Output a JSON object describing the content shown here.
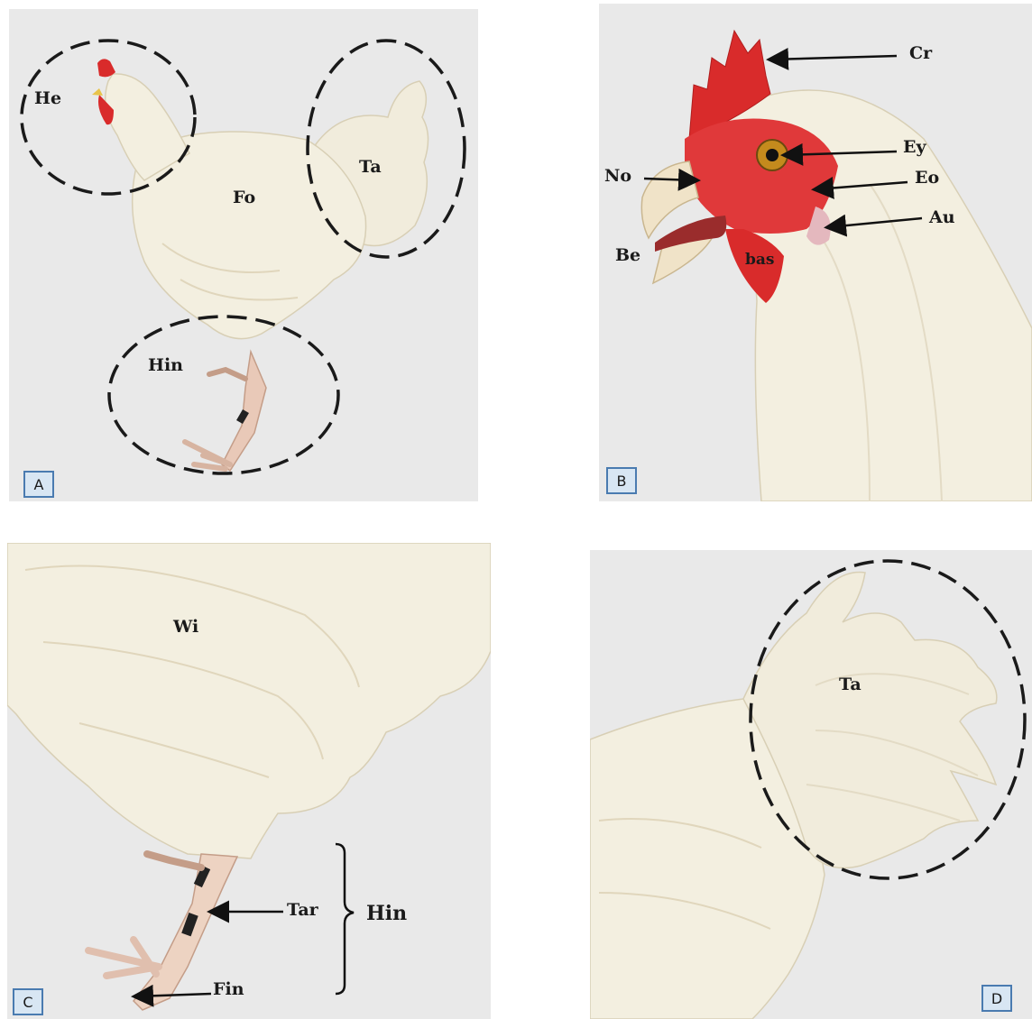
{
  "panels": {
    "a": {
      "letter": "A",
      "labels": {
        "head": "He",
        "tail": "Ta",
        "forebody": "Fo",
        "hindlimb": "Hin"
      }
    },
    "b": {
      "letter": "B",
      "labels": {
        "comb": "Cr",
        "eye": "Ey",
        "nostril": "No",
        "eye_orbit": "Eo",
        "ear": "Au",
        "beak": "Be",
        "wattle": "bas"
      }
    },
    "c": {
      "letter": "C",
      "labels": {
        "wing": "Wi",
        "tarsus": "Tar",
        "hindlimb": "Hin",
        "toe": "Fin"
      }
    },
    "d": {
      "letter": "D",
      "labels": {
        "tail": "Ta"
      }
    }
  },
  "colors": {
    "background": "#e9e9e9",
    "plumage": "#f3efe0",
    "comb": "#d92b2b",
    "label_box_fill": "#d8e6f3",
    "label_box_border": "#4a7bb0"
  }
}
